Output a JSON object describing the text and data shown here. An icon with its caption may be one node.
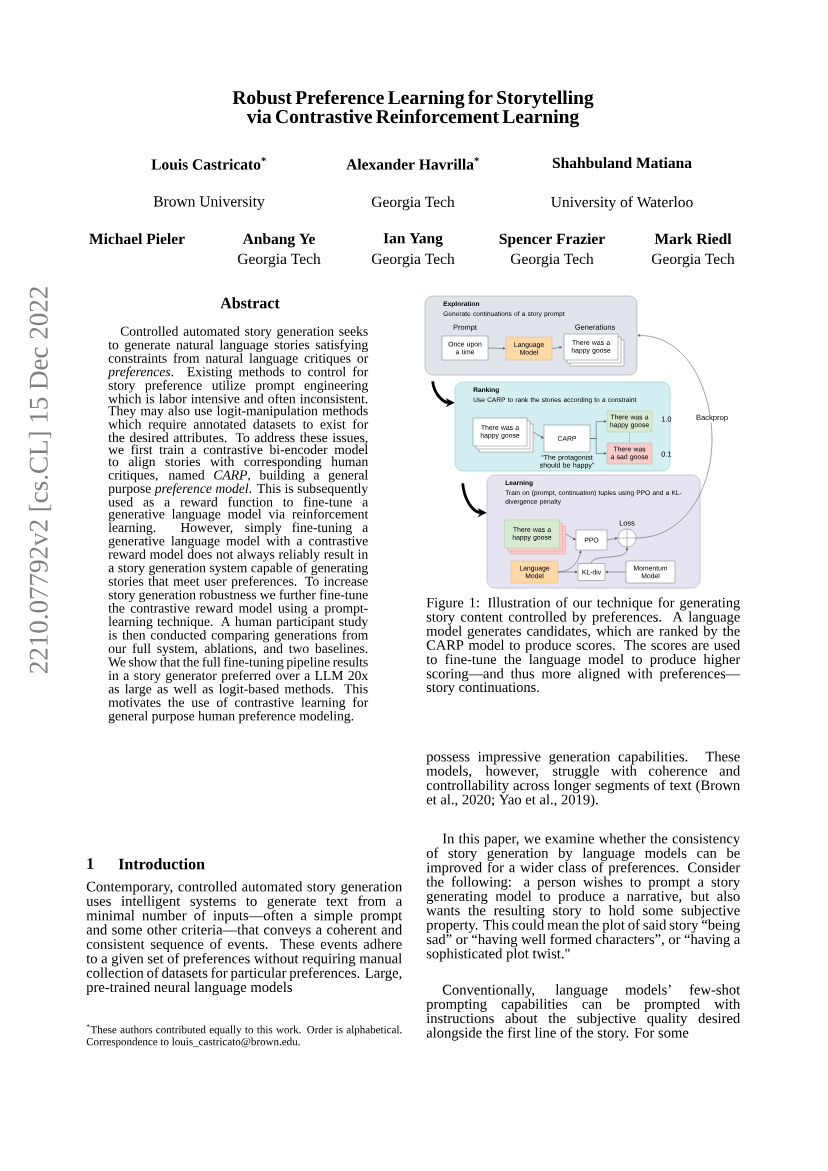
{
  "diagram": {
    "title": "Robust Preference Learning for Storytelling via Contrastive Reinforcement Learning",
    "caption": "Figure 1: Illustration of our technique for generating story content controlled by preferences. A language model generates candidates, which are ranked by the CARP model to produce scores. The scores are used to fine-tune the language model to produce higher scoring—and thus more aligned with preferences—story continuations.",
    "nodes": [
      {
        "text": [
          "Exploration",
          "Generate continuations of a story prompt"
        ]
      },
      {
        "text": [
          "Once upon a time"
        ],
        "in": 0,
        "beside": [
          "Prompt"
        ]
      },
      {
        "text": [
          "Language Model"
        ],
        "in": 0
      },
      {
        "text": [
          "There was a happy goose"
        ],
        "in": 0,
        "beside": [
          "Generations"
        ]
      },
      {
        "text": [
          "Ranking",
          "Use CARP to rank the stories according to a constraint"
        ]
      },
      {
        "text": [
          "There was a happy goose"
        ],
        "in": 4
      },
      {
        "text": [
          "CARP"
        ],
        "in": 4,
        "beside": [
          "“The protagonist should be happy”"
        ]
      },
      {
        "text": [
          "There was a happy goose"
        ],
        "in": 4,
        "beside": [
          "1.0"
        ]
      },
      {
        "text": [
          "There was a sad goose"
        ],
        "in": 4,
        "beside": [
          "0.1"
        ]
      },
      {
        "text": [
          "Learning",
          "Train on (prompt, continuation) tuples using PPO and a KL-divergence penalty"
        ]
      },
      {
        "text": [
          "There was a happy goose"
        ],
        "in": 9
      },
      {
        "text": [
          "PPO"
        ],
        "in": 9
      },
      {
        "text": [],
        "shape": "circle",
        "in": 9,
        "beside": [
          "Loss"
        ]
      },
      {
        "text": [
          "Language Model"
        ],
        "in": 9
      },
      {
        "text": [
          "KL-div"
        ],
        "in": 9
      },
      {
        "text": [
          "Momentum Model"
        ],
        "in": 9
      }
    ],
    "edges": [
      {
        "from": 1,
        "to": 2,
        "arrow": "to"
      },
      {
        "from": 2,
        "to": 3,
        "arrow": "to"
      },
      {
        "from": 0,
        "to": 4,
        "arrow": "to",
        "style": "thick"
      },
      {
        "from": 5,
        "to": 6,
        "arrow": "to"
      },
      {
        "from": 6,
        "to": 7,
        "arrow": "to"
      },
      {
        "from": 6,
        "to": 8,
        "arrow": "to"
      },
      {
        "from": 7,
        "to": 8,
        "arrow": "none",
        "style": "dashed"
      },
      {
        "from": 4,
        "to": 9,
        "arrow": "to",
        "style": "thick"
      },
      {
        "from": 10,
        "to": 11,
        "arrow": "to"
      },
      {
        "from": 11,
        "to": 12,
        "arrow": "to"
      },
      {
        "from": 13,
        "to": 11,
        "arrow": "to"
      },
      {
        "from": 13,
        "to": 14,
        "arrow": "to"
      },
      {
        "from": 15,
        "to": 14,
        "arrow": "to"
      },
      {
        "from": 14,
        "to": 12,
        "arrow": "to"
      },
      {
        "from": 12,
        "to": 0,
        "arrow": "to",
        "label": "Backprop"
      }
    ],
    "labels": [
      "Louis Castricato$^{*}$",
      "Alexander Havrilla$^{*}$",
      "Shahbuland Matiana",
      "Brown University",
      "Georgia Tech",
      "University of Waterloo",
      "Michael Pieler",
      "Anbang Ye",
      "Ian Yang",
      "Spencer Frazier",
      "Mark Riedl",
      "Georgia Tech",
      "Georgia Tech",
      "Georgia Tech",
      "Georgia Tech",
      "Abstract",
      "Controlled automated story generation seeks to generate natural language stories satisfying constraints from natural language critiques or *preferences*. Existing methods to control for story preference utilize prompt engineering which is labor intensive and often inconsistent. They may also use logit-manipulation methods which require annotated datasets to exist for the desired attributes. To address these issues, we first train a contrastive bi-encoder model to align stories with corresponding human critiques, named *CARP*, building a general purpose *preference model*. This is subsequently used as a reward function to fine-tune a generative language model via reinforcement learning. However, simply fine-tuning a generative language model with a contrastive reward model does not always reliably result in a story generation system capable of generating stories that meet user preferences. To increase story generation robustness we further fine-tune the contrastive reward model using a prompt-learning technique. A human participant study is then conducted comparing generations from our full system, ablations, and two baselines. We show that the full fine-tuning pipeline results in a story generator preferred over a LLM 20x as large as well as logit-based methods. This motivates the use of contrastive learning for general purpose human preference modeling.",
      "1",
      "Introduction",
      "Contemporary, controlled automated story generation uses intelligent systems to generate text from a minimal number of inputs—often a simple prompt and some other criteria—that conveys a coherent and consistent sequence of events. These events adhere to a given set of preferences without requiring manual collection of datasets for particular preferences. Large, pre-trained neural language models",
      "$^{*}$These authors contributed equally to this work. Order is alphabetical. Correspondence to louis_castricato@brown.edu.",
      "possess impressive generation capabilities. These models, however, struggle with coherence and controllability across longer segments of text (Brown et al., 2020; Yao et al., 2019).",
      "In this paper, we examine whether the consistency of story generation by language models can be improved for a wider class of preferences. Consider the following: a person wishes to prompt a story generating model to produce a narrative, but also wants the resulting story to hold some subjective property. This could mean the plot of said story “being sad” or “having well formed characters”, or “having a sophisticated plot twist.\"",
      "Conventionally, language models’ few-shot prompting capabilities can be prompted with instructions about the subjective quality desired alongside the first line of the story. For some",
      "2210.07792v2 [cs.CL] 15 Dec 2022"
    ]
  }
}
